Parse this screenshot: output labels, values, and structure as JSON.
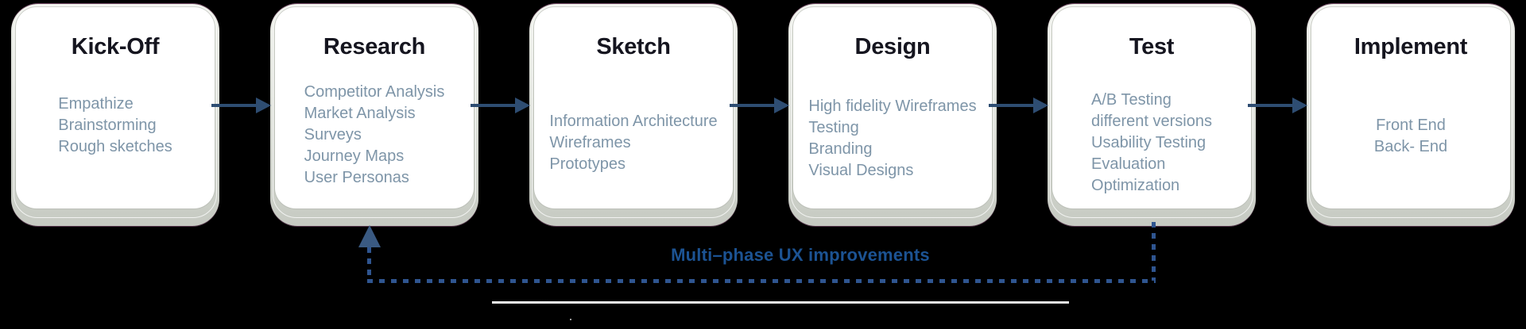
{
  "cards": [
    {
      "title": "Kick-Off",
      "items": [
        "Empathize",
        "Brainstorming",
        "Rough sketches"
      ]
    },
    {
      "title": "Research",
      "items": [
        "Competitor Analysis",
        "Market Analysis",
        "Surveys",
        "Journey Maps",
        "User Personas"
      ]
    },
    {
      "title": "Sketch",
      "items": [
        "Information Architecture",
        "Wireframes",
        "Prototypes"
      ]
    },
    {
      "title": "Design",
      "items": [
        "High fidelity Wireframes",
        "Testing",
        "Branding",
        "Visual Designs"
      ]
    },
    {
      "title": "Test",
      "items": [
        "A/B Testing",
        "different versions",
        "Usability Testing",
        "Evaluation",
        "Optimization"
      ]
    },
    {
      "title": "Implement",
      "items": [
        "Front End",
        "Back- End"
      ]
    }
  ],
  "feedback": {
    "label": "Multi–phase UX improvements"
  },
  "colors": {
    "background": "#000000",
    "card_face": "#ffffff",
    "card_shadow": "#ced2cb",
    "title_text": "#15151f",
    "item_text": "#7e95a8",
    "arrow": "#2e4d72",
    "feedback_line": "#2f5590",
    "feedback_arrowhead": "#3a5a82",
    "feedback_label": "#1c5393",
    "divider": "#e8e8e8"
  }
}
